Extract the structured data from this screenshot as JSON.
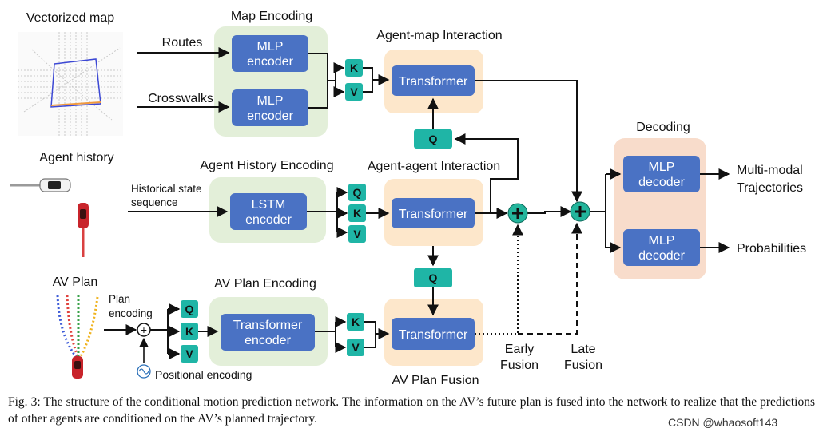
{
  "left": {
    "vectorized_map": "Vectorized map",
    "agent_history": "Agent history",
    "av_plan": "AV Plan"
  },
  "inputs": {
    "routes": "Routes",
    "crosswalks": "Crosswalks",
    "historical_state_l1": "Historical state",
    "historical_state_l2": "sequence",
    "plan_encoding_l1": "Plan",
    "plan_encoding_l2": "encoding",
    "positional_encoding": "Positional encoding"
  },
  "groups": {
    "map_encoding": "Map Encoding",
    "agent_history_encoding": "Agent History Encoding",
    "av_plan_encoding": "AV Plan Encoding",
    "agent_map_interaction": "Agent-map Interaction",
    "agent_agent_interaction": "Agent-agent Interaction",
    "av_plan_fusion": "AV Plan Fusion",
    "decoding": "Decoding"
  },
  "blocks": {
    "mlp_encoder_l1": "MLP",
    "mlp_encoder_l2": "encoder",
    "lstm_encoder_l1": "LSTM",
    "lstm_encoder_l2": "encoder",
    "transformer_encoder_l1": "Transformer",
    "transformer_encoder_l2": "encoder",
    "transformer": "Transformer",
    "mlp_decoder_l1": "MLP",
    "mlp_decoder_l2": "decoder"
  },
  "kqv": {
    "k": "K",
    "q": "Q",
    "v": "V"
  },
  "fusion": {
    "early_l1": "Early",
    "early_l2": "Fusion",
    "late_l1": "Late",
    "late_l2": "Fusion"
  },
  "outputs": {
    "multimodal_l1": "Multi-modal",
    "multimodal_l2": "Trajectories",
    "probabilities": "Probabilities"
  },
  "caption": "Fig. 3: The structure of the conditional motion prediction network. The information on the AV’s future plan is fused into the network to realize that the predictions of other agents are conditioned on the AV’s planned trajectory.",
  "watermark": "CSDN @whaosoft143",
  "colors": {
    "group_green": "#e3efd9",
    "group_orange": "#fde7cb",
    "group_peach": "#f8dccb",
    "block_blue": "#4a72c4",
    "kqv_teal": "#1fb5a6",
    "plus_teal": "#23b59c",
    "arrow": "#111111"
  },
  "icons": [
    "map-icon",
    "car-icon",
    "plus-icon",
    "sine-icon"
  ]
}
